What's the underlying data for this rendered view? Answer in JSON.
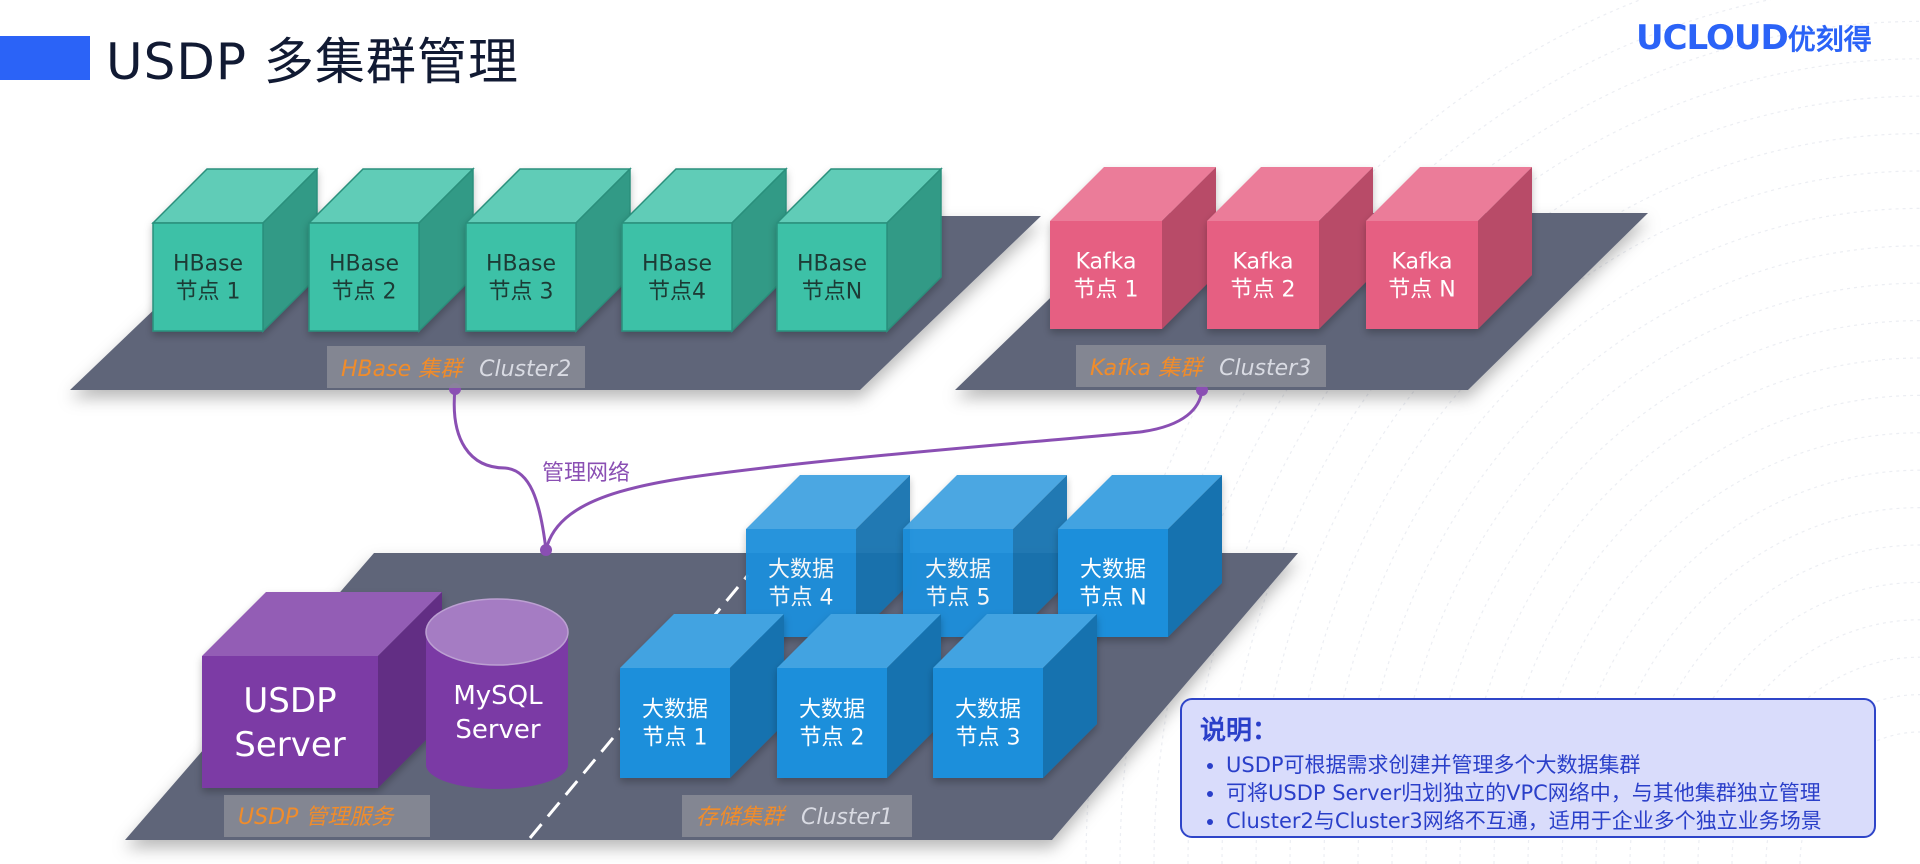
{
  "page": {
    "title": "USDP 多集群管理"
  },
  "logo": {
    "brand": "UCLOUD",
    "cn": "优刻得"
  },
  "clusters": {
    "hbase": {
      "name": "HBase 集群",
      "id": "Cluster2",
      "nodes": [
        {
          "l1": "HBase",
          "l2": "节点 1"
        },
        {
          "l1": "HBase",
          "l2": "节点 2"
        },
        {
          "l1": "HBase",
          "l2": "节点 3"
        },
        {
          "l1": "HBase",
          "l2": "节点4"
        },
        {
          "l1": "HBase",
          "l2": "节点N"
        }
      ]
    },
    "kafka": {
      "name": "Kafka 集群",
      "id": "Cluster3",
      "nodes": [
        {
          "l1": "Kafka",
          "l2": "节点 1"
        },
        {
          "l1": "Kafka",
          "l2": "节点 2"
        },
        {
          "l1": "Kafka",
          "l2": "节点 N"
        }
      ]
    },
    "storage": {
      "name": "存储集群",
      "id": "Cluster1",
      "nodes": [
        {
          "l1": "大数据",
          "l2": "节点 4"
        },
        {
          "l1": "大数据",
          "l2": "节点 5"
        },
        {
          "l1": "大数据",
          "l2": "节点 N"
        },
        {
          "l1": "大数据",
          "l2": "节点 1"
        },
        {
          "l1": "大数据",
          "l2": "节点 2"
        },
        {
          "l1": "大数据",
          "l2": "节点 3"
        }
      ]
    }
  },
  "management": {
    "label": "USDP 管理服务",
    "server": {
      "l1": "USDP",
      "l2": "Server"
    },
    "db": {
      "l1": "MySQL",
      "l2": "Server"
    }
  },
  "network": {
    "label": "管理网络"
  },
  "note": {
    "title": "说明：",
    "items": [
      "USDP可根据需求创建并管理多个大数据集群",
      "可将USDP Server归划独立的VPC网络中，与其他集群独立管理",
      "Cluster2与Cluster3网络不互通，适用于企业多个独立业务场景"
    ]
  },
  "colors": {
    "accent": "#2b63f7",
    "platform": "#5f6579",
    "hbase": "#3dc1a7",
    "kafka": "#e65f82",
    "storage": "#1a8fdb",
    "usdp": "#7b3aa5",
    "cluster_label": "#f08c2b",
    "cluster_id": "#d9dbe3",
    "network_line": "#8a4fb3",
    "note_text": "#2a3fc9"
  }
}
